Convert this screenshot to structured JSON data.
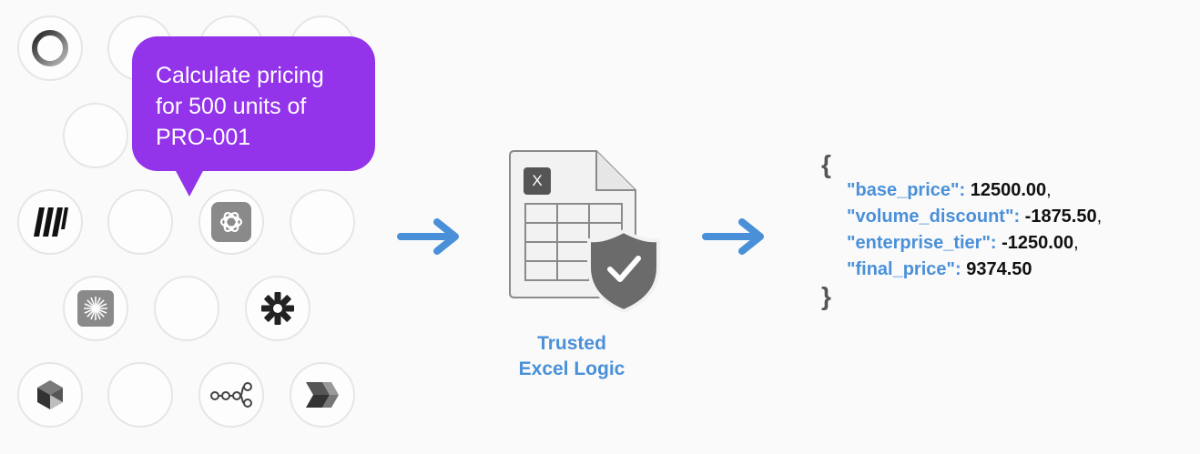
{
  "prompt": {
    "line1": "Calculate pricing",
    "line2": "for 500 units of",
    "line3": "PRO-001"
  },
  "spreadsheet": {
    "excel_badge": "X",
    "label_line1": "Trusted",
    "label_line2": "Excel Logic"
  },
  "output": {
    "open_brace": "{",
    "close_brace": "}",
    "fields": [
      {
        "key": "\"base_price\"",
        "sep": ": ",
        "value": "12500.00",
        "comma": ","
      },
      {
        "key": "\"volume_discount\"",
        "sep": ": ",
        "value": "-1875.50",
        "comma": ","
      },
      {
        "key": "\"enterprise_tier\"",
        "sep": ": ",
        "value": "-1250.00",
        "comma": ","
      },
      {
        "key": "\"final_price\"",
        "sep": ": ",
        "value": "9374.50",
        "comma": ""
      }
    ]
  },
  "icons": [
    "ring-logo-icon",
    "empty",
    "empty",
    "empty",
    "empty",
    "slanted-bars-logo-icon",
    "empty",
    "openai-logo-icon",
    "empty",
    "sunburst-logo-icon",
    "empty",
    "asterisk-logo-icon",
    "cube-logo-icon",
    "empty",
    "node-graph-logo-icon",
    "chevron-flow-logo-icon"
  ],
  "colors": {
    "bubble": "#9333ea",
    "accent_blue": "#4a90d9",
    "circle_border": "#e6e6e6",
    "shield": "#6b6b6b"
  }
}
